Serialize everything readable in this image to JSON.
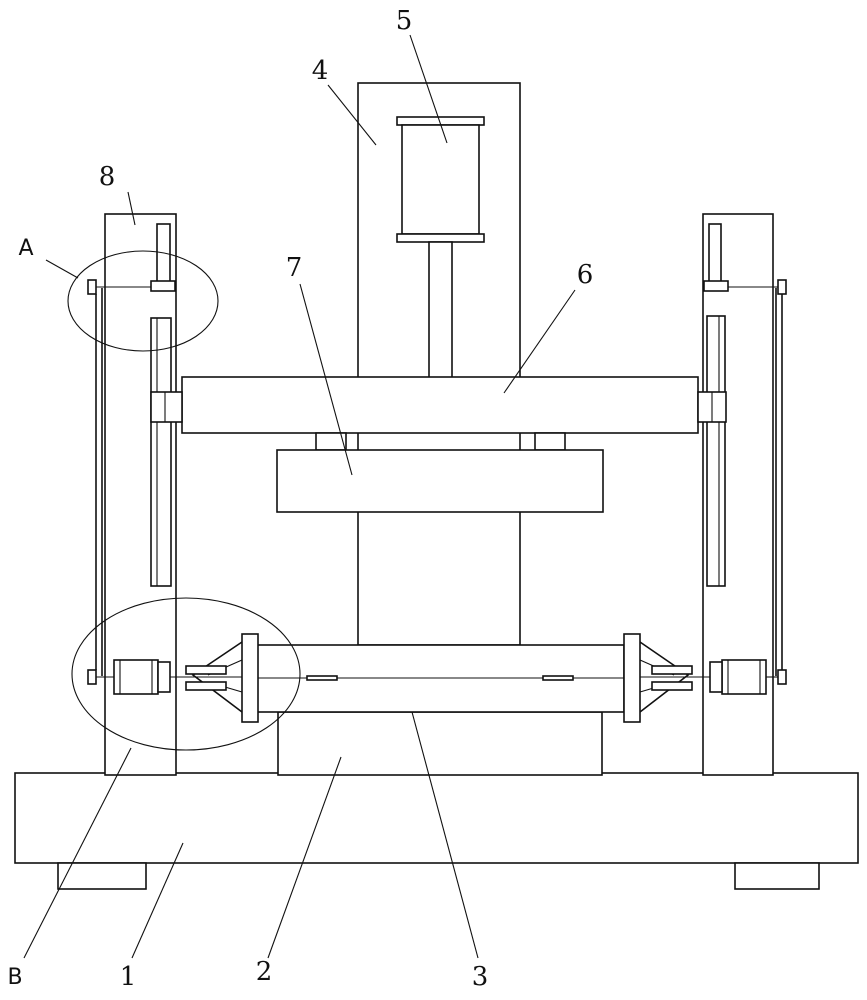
{
  "labels": {
    "n1": "1",
    "n2": "2",
    "n3": "3",
    "n4": "4",
    "n5": "5",
    "n6": "6",
    "n7": "7",
    "n8": "8",
    "detail_a": "A",
    "detail_b": "B"
  },
  "colors": {
    "line": "#111111",
    "background": "#ffffff"
  }
}
